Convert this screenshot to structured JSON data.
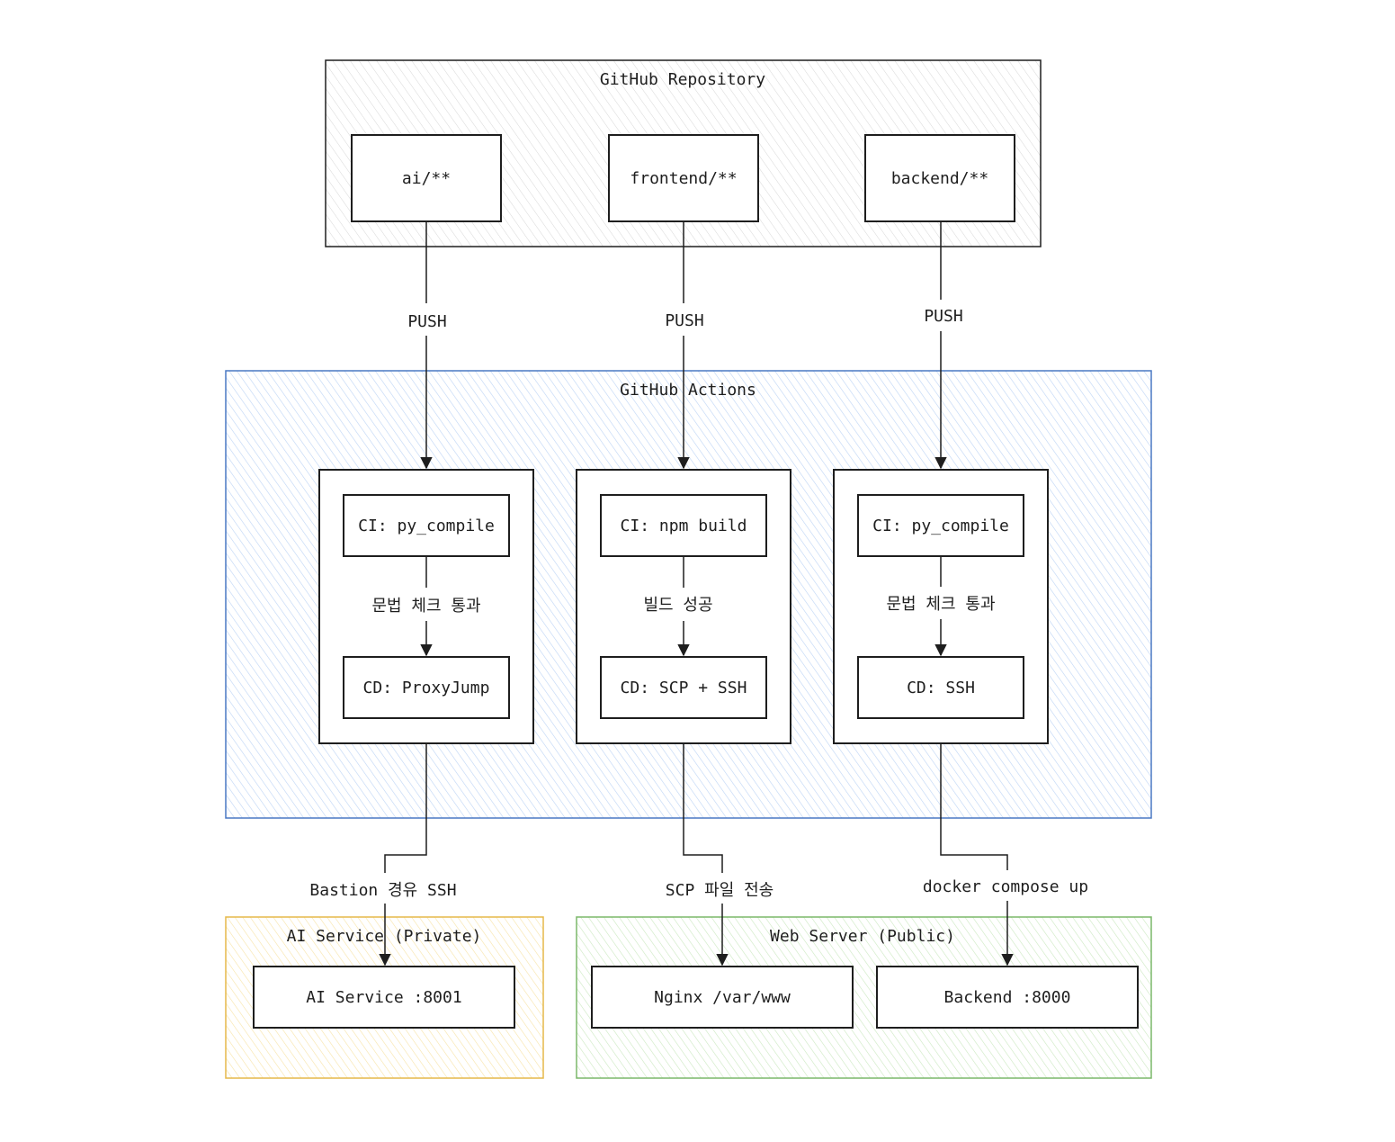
{
  "groups": {
    "repo": {
      "title": "GitHub Repository"
    },
    "actions": {
      "title": "GitHub Actions"
    },
    "ai_service": {
      "title": "AI Service (Private)"
    },
    "web_server": {
      "title": "Web Server (Public)"
    }
  },
  "repo_nodes": {
    "ai": "ai/**",
    "frontend": "frontend/**",
    "backend": "backend/**"
  },
  "edges": {
    "push_ai": "PUSH",
    "push_frontend": "PUSH",
    "push_backend": "PUSH",
    "ai_check": "문법 체크 통과",
    "frontend_check": "빌드 성공",
    "backend_check": "문법 체크 통과",
    "ai_deploy": "Bastion 경유 SSH",
    "frontend_deploy": "SCP 파일 전송",
    "backend_deploy": "docker compose up"
  },
  "pipelines": {
    "ai": {
      "ci": "CI: py_compile",
      "cd": "CD: ProxyJump"
    },
    "frontend": {
      "ci": "CI: npm build",
      "cd": "CD: SCP + SSH"
    },
    "backend": {
      "ci": "CI: py_compile",
      "cd": "CD: SSH"
    }
  },
  "targets": {
    "ai_service": "AI Service :8001",
    "nginx": "Nginx /var/www",
    "backend": "Backend :8000"
  },
  "colors": {
    "repo_stroke": "#1e1e1e",
    "actions_stroke": "#4a78c4",
    "actions_fill": "#dbe8fb",
    "ai_stroke": "#e6b94a",
    "ai_fill": "#fdf3d6",
    "web_stroke": "#7bb86a",
    "web_fill": "#e3f3dd"
  }
}
